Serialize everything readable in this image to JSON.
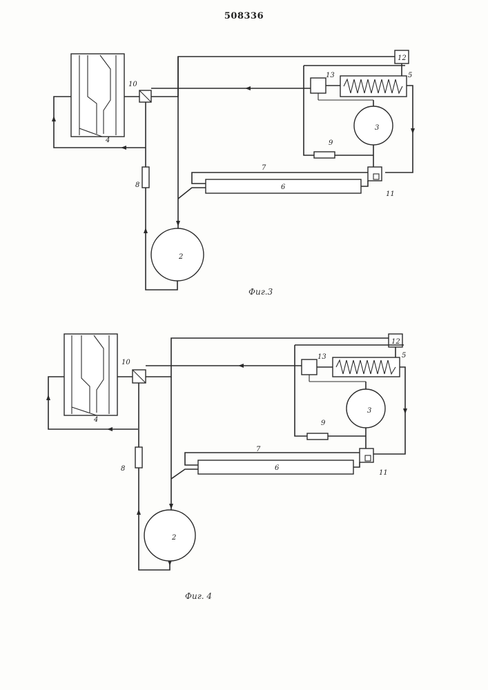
{
  "document": {
    "page_number": "508336"
  },
  "figures": [
    {
      "caption": "Фиг.3",
      "labels": {
        "pump_2": "2",
        "pump_3": "3",
        "mold_4": "4",
        "heater_5": "5",
        "tube_6": "6",
        "line_7": "7",
        "valve_8": "8",
        "valve_9": "9",
        "node_10": "10",
        "node_11": "11",
        "controller_12": "12",
        "node_13": "13"
      }
    },
    {
      "caption": "Фиг. 4",
      "labels": {
        "pump_2": "2",
        "pump_3": "3",
        "mold_4": "4",
        "heater_5": "5",
        "tube_6": "6",
        "line_7": "7",
        "valve_8": "8",
        "valve_9": "9",
        "node_10": "10",
        "node_11": "11",
        "controller_12": "12",
        "node_13": "13"
      }
    }
  ]
}
